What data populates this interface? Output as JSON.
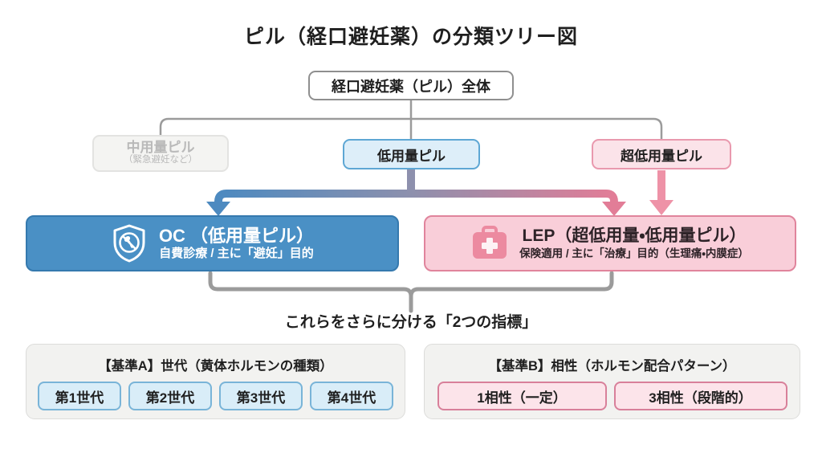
{
  "title": "ピル（経口避妊薬）の分類ツリー図",
  "tree": {
    "root": {
      "label": "経口避妊薬（ピル）全体"
    },
    "level2": [
      {
        "id": "medium-dose",
        "label": "中用量ピル",
        "sublabel": "（緊急避妊など）",
        "state": "inactive"
      },
      {
        "id": "low-dose",
        "label": "低用量ピル",
        "state": "blue"
      },
      {
        "id": "ultra-low-dose",
        "label": "超低用量ピル",
        "state": "pink"
      }
    ]
  },
  "categories": [
    {
      "id": "oc",
      "title": "OC （低用量ピル）",
      "subtitle": "自費診療 / 主に「避妊」目的",
      "icon": "shield-no-sperm-icon"
    },
    {
      "id": "lep",
      "title": "LEP（超低用量・低用量ピル）",
      "subtitle": "保険適用 / 主に「治療」目的（生理痛・内膜症）",
      "icon": "first-aid-kit-icon"
    }
  ],
  "divider_note": "これらをさらに分ける「2つの指標」",
  "criteria": [
    {
      "id": "A",
      "heading": "【基準A】世代（黄体ホルモンの種類）",
      "items": [
        "第1世代",
        "第2世代",
        "第3世代",
        "第4世代"
      ]
    },
    {
      "id": "B",
      "heading": "【基準B】相性（ホルモン配合パターン）",
      "items": [
        "1相性（一定）",
        "3相性（段階的）"
      ]
    }
  ],
  "colors": {
    "blue_accent": "#4d8ac0",
    "pink_accent": "#e27d97",
    "oc_bg": "#4a90c5",
    "lep_bg": "#f9ced9",
    "lightblue_bg": "#ddeef9",
    "ultralow_bg": "#fbe3e9",
    "gray_line": "#9b9b9b"
  }
}
